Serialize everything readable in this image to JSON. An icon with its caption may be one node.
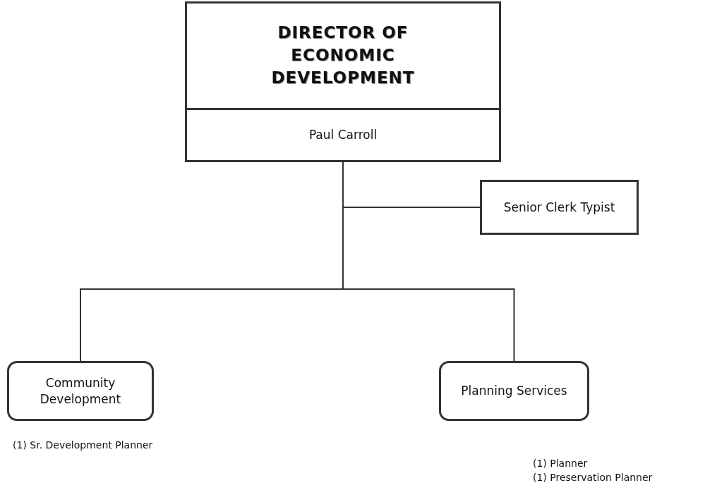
{
  "diagram": {
    "nodes": [
      {
        "text": [
          "DIRECTOR OF ECONOMIC DEVELOPMENT",
          "Paul Carroll"
        ]
      },
      {
        "text": [
          "Senior Clerk Typist"
        ]
      },
      {
        "text": [
          "Community Development"
        ],
        "beside": [
          "(1) Sr. Development Planner"
        ]
      },
      {
        "text": [
          "Planning Services"
        ],
        "beside": [
          "(1) Planner",
          "(1) Preservation Planner"
        ]
      }
    ],
    "edges": [
      {
        "from": 0,
        "to": 1,
        "arrow": "none"
      },
      {
        "from": 0,
        "to": 2,
        "arrow": "none"
      },
      {
        "from": 0,
        "to": 3,
        "arrow": "none"
      }
    ]
  }
}
